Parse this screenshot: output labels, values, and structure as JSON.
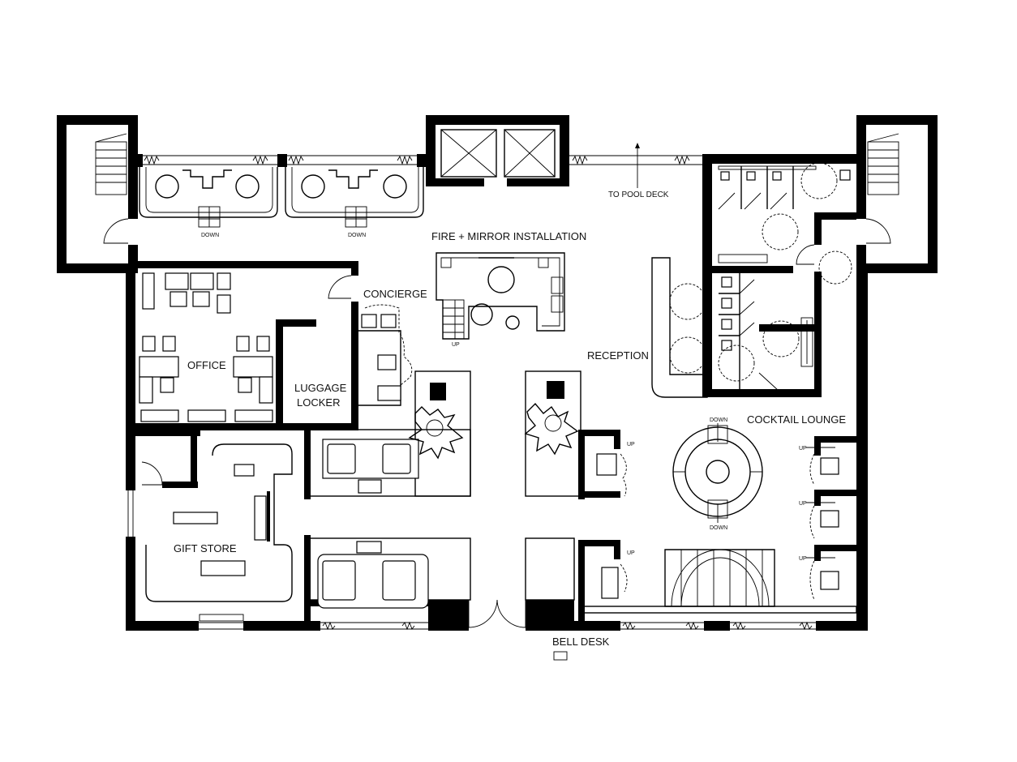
{
  "labels": {
    "fire_mirror": "FIRE + MIRROR INSTALLATION",
    "to_pool": "TO POOL DECK",
    "concierge": "CONCIERGE",
    "office": "OFFICE",
    "luggage_1": "LUGGAGE",
    "luggage_2": "LOCKER",
    "reception": "RECEPTION",
    "cocktail": "COCKTAIL LOUNGE",
    "gift": "GIFT STORE",
    "bell": "BELL DESK",
    "down": "DOWN",
    "up": "UP"
  }
}
